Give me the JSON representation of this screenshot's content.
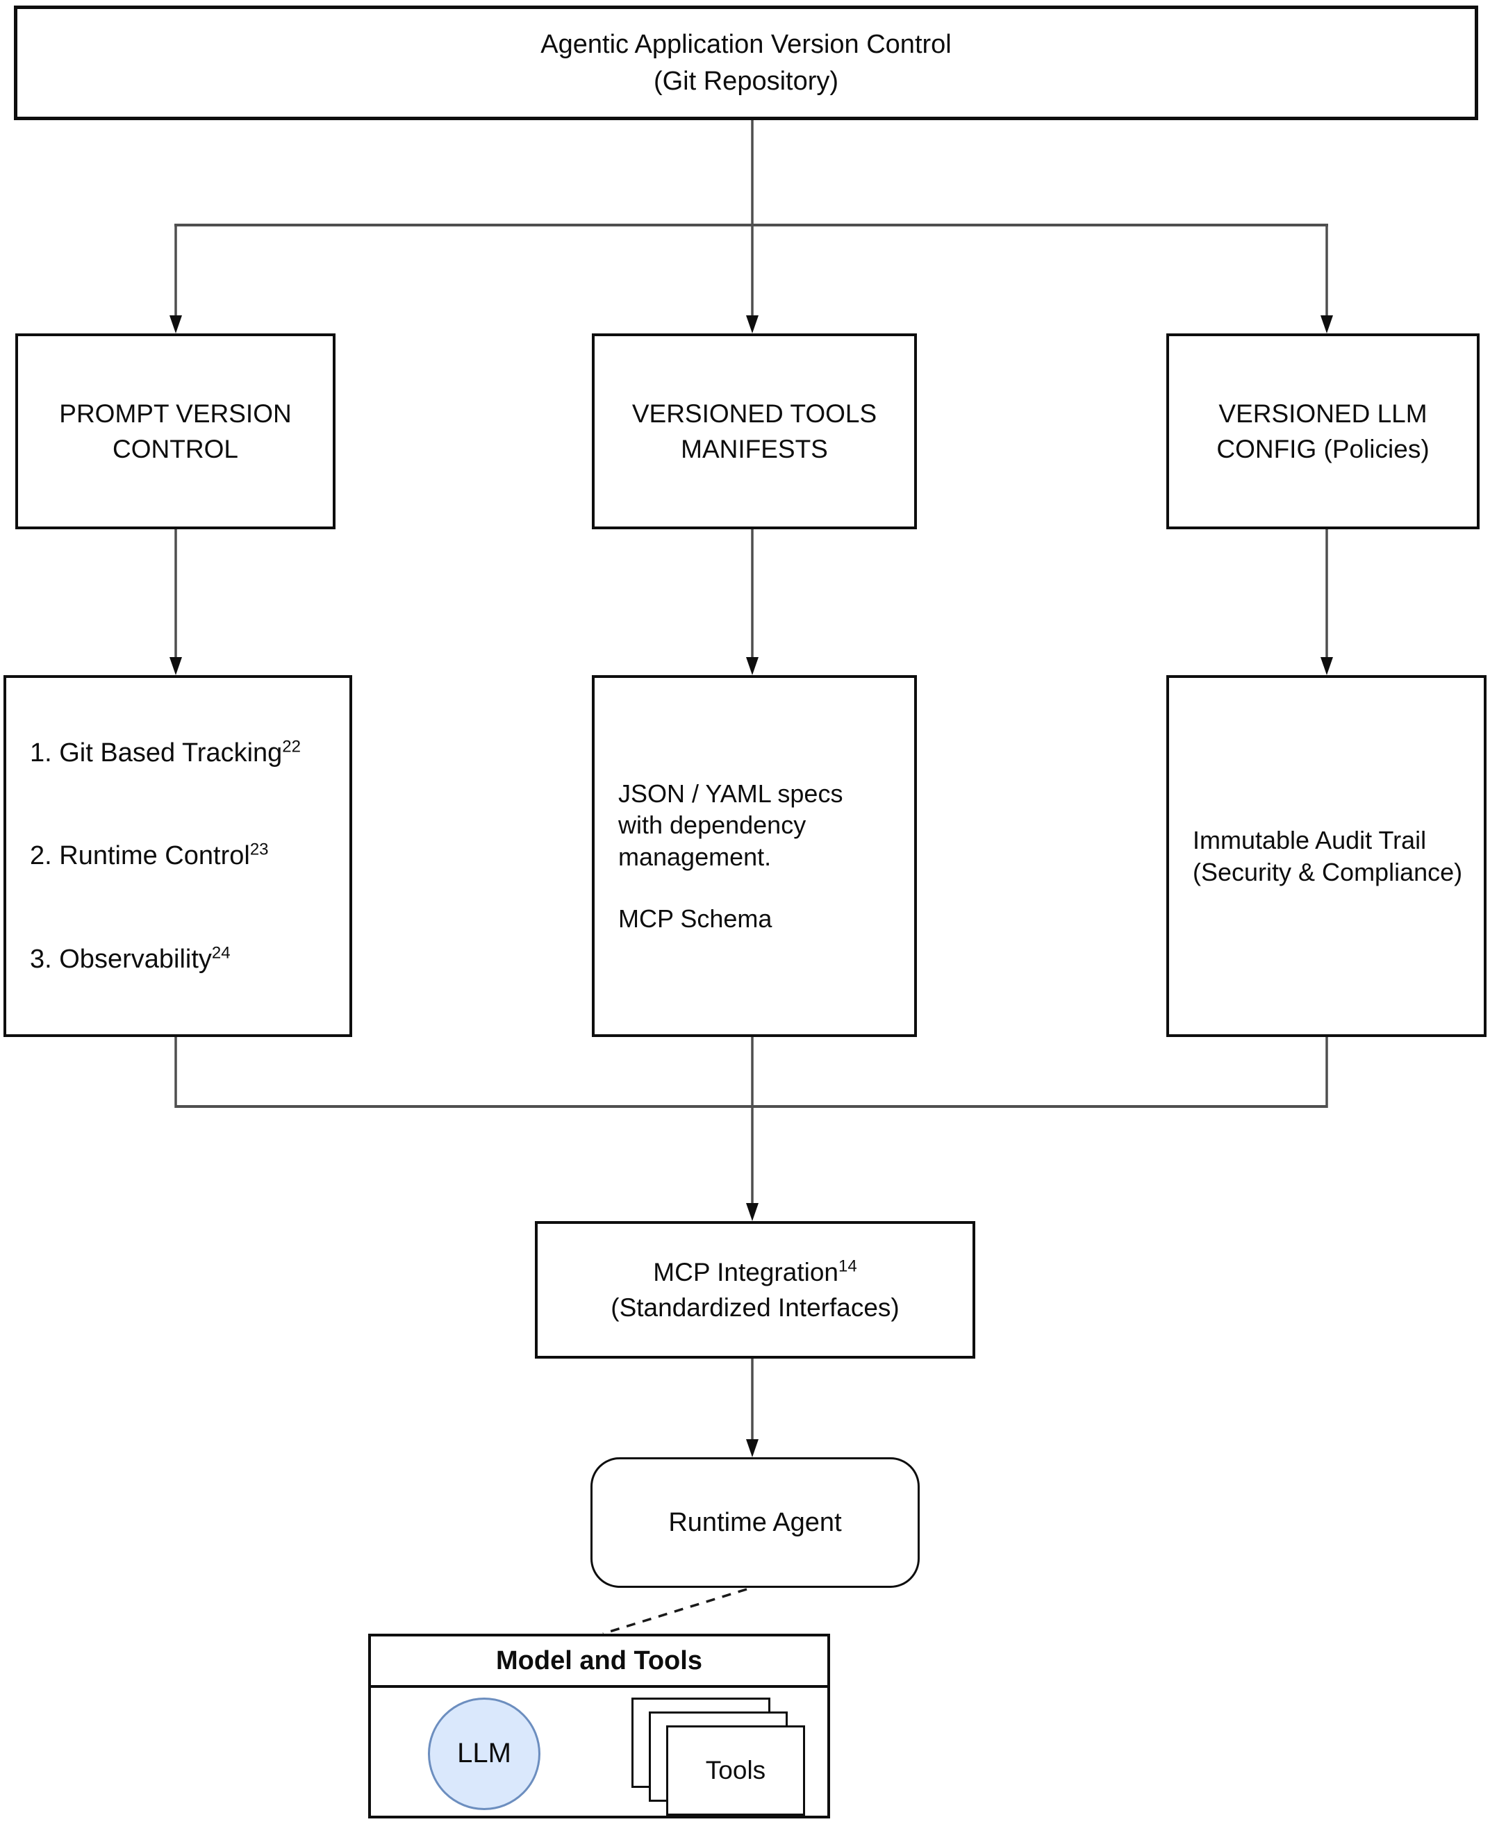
{
  "diagram": {
    "root": {
      "line1": "Agentic Application Version Control",
      "line2": "(Git Repository)"
    },
    "branches": {
      "prompt_version_control": {
        "label": "PROMPT VERSION CONTROL"
      },
      "versioned_tools_manifests": {
        "label": "VERSIONED TOOLS MANIFESTS"
      },
      "versioned_llm_config": {
        "label": "VERSIONED LLM CONFIG (Policies)"
      }
    },
    "details": {
      "prompt_version_control": {
        "items": [
          {
            "text": "1. Git Based Tracking",
            "sup": "22"
          },
          {
            "text": "2. Runtime Control",
            "sup": "23"
          },
          {
            "text": "3. Observability",
            "sup": "24"
          }
        ]
      },
      "versioned_tools_manifests": {
        "para1": "JSON / YAML specs with dependency management.",
        "para2": "MCP Schema"
      },
      "versioned_llm_config": {
        "label": "Immutable Audit Trail (Security & Compliance)"
      }
    },
    "mcp_integration": {
      "line1": "MCP Integration",
      "sup": "14",
      "line2": "(Standardized Interfaces)"
    },
    "runtime_agent": {
      "label": "Runtime Agent"
    },
    "model_and_tools": {
      "title": "Model and Tools",
      "llm_label": "LLM",
      "tools_label": "Tools"
    },
    "colors": {
      "box_border": "#0e0e0e",
      "connector": "#4f4f4f",
      "arrowhead": "#0e0e0e",
      "llm_fill": "#dae8fc",
      "llm_stroke": "#6c8ebf",
      "background": "#ffffff"
    }
  }
}
